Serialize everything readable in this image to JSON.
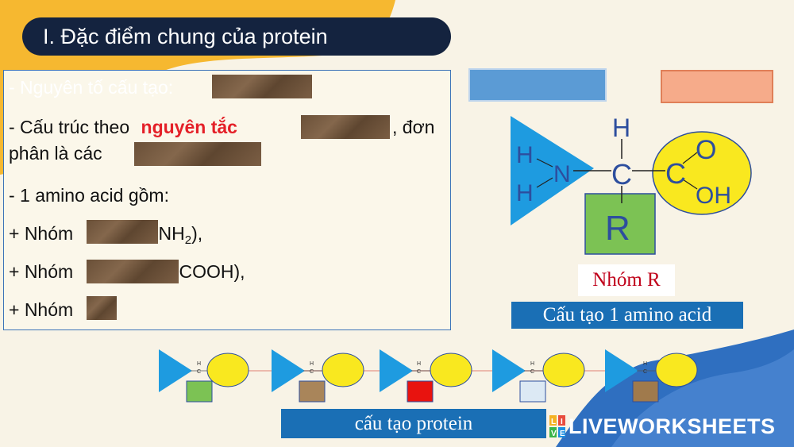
{
  "title": "I. Đặc điểm chung của protein",
  "lines": {
    "l1": "- Nguyên tố cấu tạo:",
    "l2_a": "- Cấu trúc theo",
    "l2_red": "nguyên tắc",
    "l2_b": ", đơn",
    "l3": "phân là các",
    "l4": "- 1 amino acid gồm:",
    "l5_a": "+ Nhóm",
    "l5_b": "(-NH",
    "l5_sub": "2",
    "l5_c": "),",
    "l6_a": "+ Nhóm",
    "l6_b": "(-COOH),",
    "l7_a": "+ Nhóm"
  },
  "diagram": {
    "h_top": "H",
    "h_upper": "H",
    "h_lower": "H",
    "n": "N",
    "c_center": "C",
    "c_carboxyl": "C",
    "o": "O",
    "oh": "OH",
    "r": "R",
    "nhom_r": "Nhóm R",
    "caption": "Cấu tạo 1 amino acid"
  },
  "chain": {
    "caption": "cấu tạo protein",
    "mini_h": "H",
    "mini_c": "C"
  },
  "logo": {
    "letters": [
      "L",
      "I",
      "V",
      "E"
    ],
    "text": "LIVEWORKSHEETS"
  }
}
